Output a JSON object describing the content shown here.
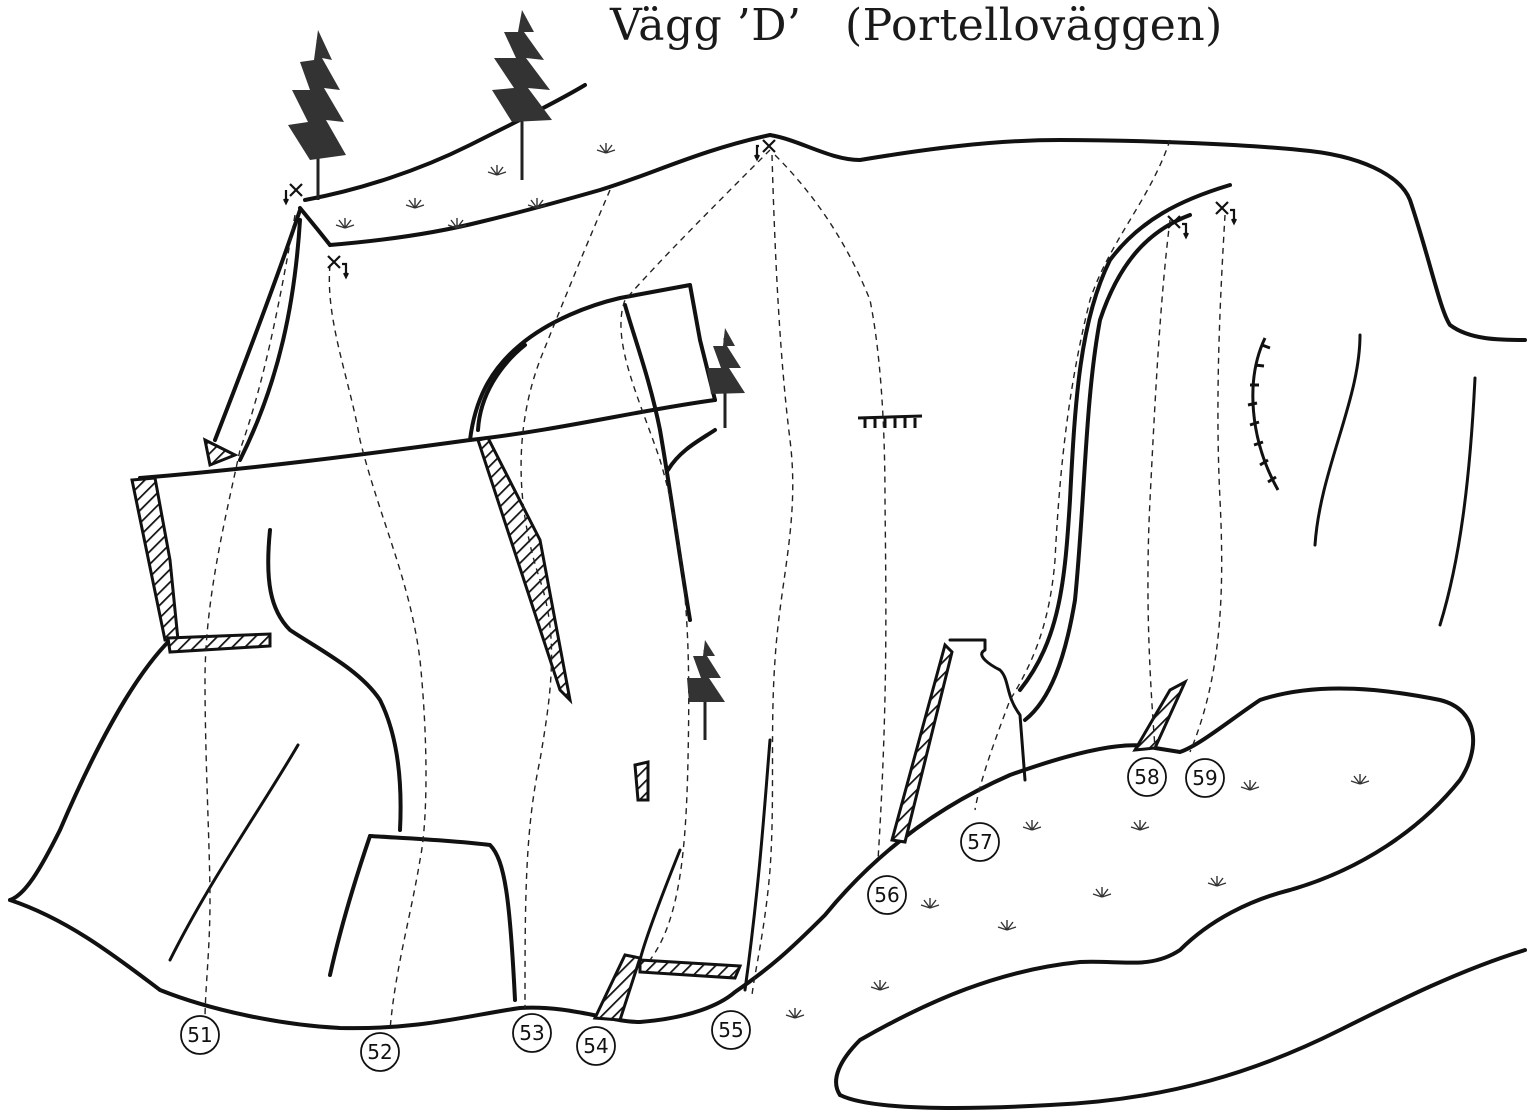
{
  "title": "Vägg ’D’   (Portelloväggen)",
  "routes": [
    {
      "number": "51"
    },
    {
      "number": "52"
    },
    {
      "number": "53"
    },
    {
      "number": "54"
    },
    {
      "number": "55"
    },
    {
      "number": "56"
    },
    {
      "number": "57"
    },
    {
      "number": "58"
    },
    {
      "number": "59"
    }
  ],
  "symbols": {
    "anchor": "lower-off-anchor-icon",
    "vegetation": "grass-tuft-icon",
    "tree": "pine-tree-icon"
  }
}
